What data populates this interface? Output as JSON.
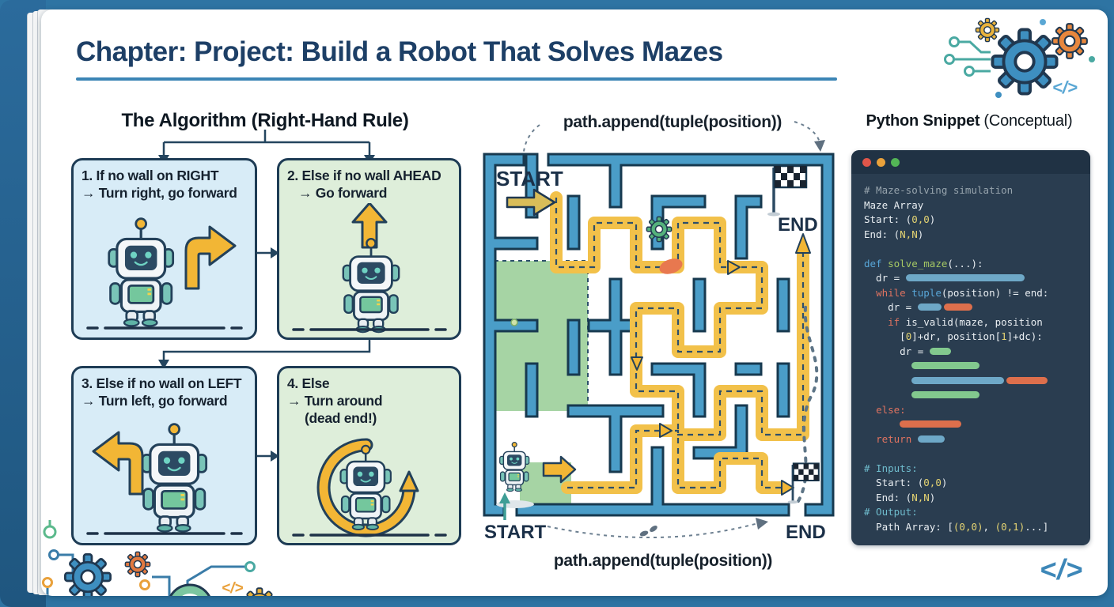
{
  "title": "Chapter: Project: Build a Robot That Solves Mazes",
  "algorithm": {
    "heading": "The Algorithm (Right-Hand Rule)",
    "boxes": [
      {
        "line1": "1. If no wall on RIGHT",
        "line2": "→ Turn right, go forward"
      },
      {
        "line1": "2. Else if no wall AHEAD",
        "line2": "→ Go forward"
      },
      {
        "line1": "3. Else if no wall on LEFT",
        "line2": "→ Turn left, go forward"
      },
      {
        "line1": "4. Else",
        "line2": "→ Turn around",
        "line3": "(dead end!)"
      }
    ]
  },
  "maze": {
    "annotation_top": "path.append(tuple(position))",
    "annotation_bottom": "path.append(tuple(position))",
    "start_top": "START",
    "end_top": "END",
    "start_bottom": "START",
    "end_bottom": "END"
  },
  "snippet": {
    "heading_bold": "Python Snippet",
    "heading_light": "(Conceptual)",
    "window_dots": [
      "#e0564a",
      "#e9a13b",
      "#53b556"
    ],
    "lines": [
      [
        {
          "t": "# Maze-solving simulation",
          "c": "cmt"
        }
      ],
      [
        {
          "t": "Maze Array",
          "c": "w"
        }
      ],
      [
        {
          "t": "Start: (",
          "c": "w"
        },
        {
          "t": "0,0",
          "c": "y"
        },
        {
          "t": ")",
          "c": "w"
        }
      ],
      [
        {
          "t": "End: (",
          "c": "w"
        },
        {
          "t": "N,N",
          "c": "y"
        },
        {
          "t": ")",
          "c": "w"
        }
      ],
      [],
      [
        {
          "t": "def ",
          "c": "kw"
        },
        {
          "t": "solve_maze",
          "c": "fn"
        },
        {
          "t": "(...):",
          "c": "w"
        }
      ],
      [
        {
          "t": "  dr = ",
          "c": "w"
        },
        {
          "pill": 150,
          "c": "blue"
        }
      ],
      [
        {
          "t": "  ",
          "c": "w"
        },
        {
          "t": "while ",
          "c": "ctrl"
        },
        {
          "t": "tuple",
          "c": "kw"
        },
        {
          "t": "(position) != end:",
          "c": "w"
        }
      ],
      [
        {
          "t": "    dr = ",
          "c": "w"
        },
        {
          "pill": 30,
          "c": "blue"
        },
        {
          "pill": 36,
          "c": "orange"
        }
      ],
      [
        {
          "t": "    ",
          "c": "w"
        },
        {
          "t": "if ",
          "c": "ctrl"
        },
        {
          "t": "is_valid(maze, position",
          "c": "w"
        }
      ],
      [
        {
          "t": "      [",
          "c": "w"
        },
        {
          "t": "0",
          "c": "y"
        },
        {
          "t": "]+dr, position[",
          "c": "w"
        },
        {
          "t": "1",
          "c": "y"
        },
        {
          "t": "]+dc):",
          "c": "w"
        }
      ],
      [
        {
          "t": "      dr = ",
          "c": "w"
        },
        {
          "pill": 27,
          "c": "green"
        }
      ],
      [
        {
          "t": "        ",
          "c": "w"
        },
        {
          "pill": 86,
          "c": "green"
        }
      ],
      [
        {
          "t": "        ",
          "c": "w"
        },
        {
          "pill": 117,
          "c": "blue"
        },
        {
          "pill": 52,
          "c": "orange"
        }
      ],
      [
        {
          "t": "        ",
          "c": "w"
        },
        {
          "pill": 86,
          "c": "green"
        }
      ],
      [
        {
          "t": "  ",
          "c": "w"
        },
        {
          "t": "else:",
          "c": "ctrl"
        }
      ],
      [
        {
          "t": "      ",
          "c": "w"
        },
        {
          "pill": 78,
          "c": "orange"
        }
      ],
      [
        {
          "t": "  ",
          "c": "w"
        },
        {
          "t": "return ",
          "c": "ctrl"
        },
        {
          "pill": 34,
          "c": "blue"
        }
      ],
      [],
      [
        {
          "t": "# Inputs:",
          "c": "teal"
        }
      ],
      [
        {
          "t": "  Start: (",
          "c": "w"
        },
        {
          "t": "0,0",
          "c": "y"
        },
        {
          "t": ")",
          "c": "w"
        }
      ],
      [
        {
          "t": "  End: (",
          "c": "w"
        },
        {
          "t": "N,N",
          "c": "y"
        },
        {
          "t": ")",
          "c": "w"
        }
      ],
      [
        {
          "t": "# Output:",
          "c": "teal"
        }
      ],
      [
        {
          "t": "  Path Array: [",
          "c": "w"
        },
        {
          "t": "(0,0)",
          "c": "y"
        },
        {
          "t": ", ",
          "c": "w"
        },
        {
          "t": "(0,1)",
          "c": "y"
        },
        {
          "t": "...]",
          "c": "w"
        }
      ]
    ]
  },
  "decor": {
    "code_glyph": "</>",
    "code_glyph_small": "</>"
  }
}
